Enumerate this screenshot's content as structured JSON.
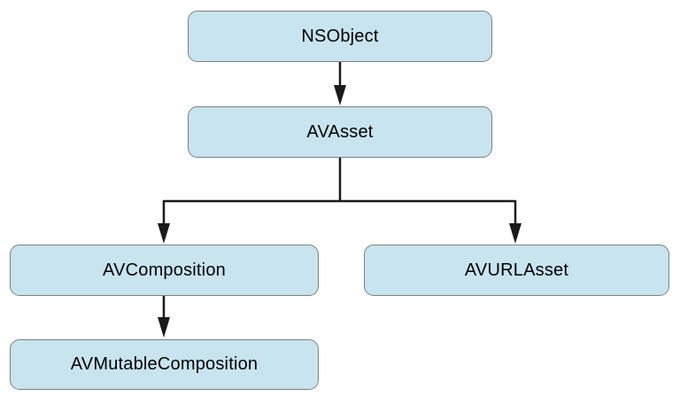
{
  "diagram": {
    "type": "class-hierarchy",
    "nodes": [
      {
        "id": "nsobject",
        "label": "NSObject"
      },
      {
        "id": "avasset",
        "label": "AVAsset"
      },
      {
        "id": "avcomposition",
        "label": "AVComposition"
      },
      {
        "id": "avurlasset",
        "label": "AVURLAsset"
      },
      {
        "id": "avmutablecomposition",
        "label": "AVMutableComposition"
      }
    ],
    "edges": [
      {
        "from": "NSObject",
        "to": "AVAsset"
      },
      {
        "from": "AVAsset",
        "to": "AVComposition"
      },
      {
        "from": "AVAsset",
        "to": "AVURLAsset"
      },
      {
        "from": "AVComposition",
        "to": "AVMutableComposition"
      }
    ],
    "colors": {
      "background": "#ffffff",
      "node_fill": "#c8e4ee",
      "node_border": "#7f7f7f",
      "connector": "#1a1a1a",
      "text": "#000000"
    }
  }
}
